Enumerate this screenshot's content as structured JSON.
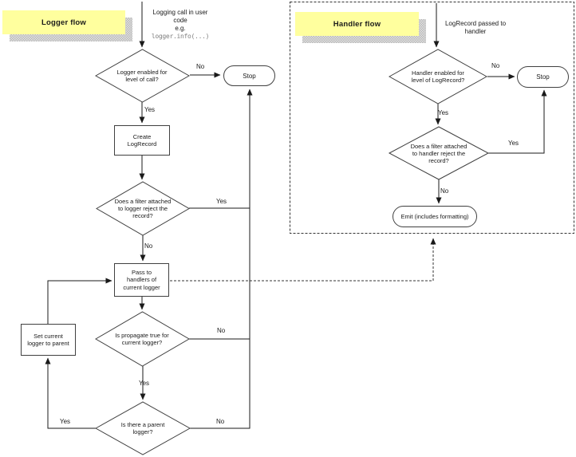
{
  "colors": {
    "title_bg": "#ffff9e",
    "title_shadow": "#c9c9c9",
    "line": "#1a1a1a",
    "code_text": "#7f7f7f",
    "shape_fill": "#ffffff",
    "shape_border": "#404040"
  },
  "logger_flow": {
    "title": "Logger flow",
    "note": [
      "Logging call in user",
      "code",
      "e.g."
    ],
    "note_code": "logger.info(...)",
    "decision_enabled": [
      "Logger enabled for",
      "level of call?"
    ],
    "process_create": [
      "Create",
      "LogRecord"
    ],
    "decision_filter": [
      "Does a filter attached",
      "to logger reject the",
      "record?"
    ],
    "process_pass": [
      "Pass to",
      "handlers of",
      "current logger"
    ],
    "decision_propagate": [
      "Is propagate true for",
      "current logger?"
    ],
    "decision_parent": [
      "Is there a parent",
      "logger?"
    ],
    "process_set_parent": [
      "Set current",
      "logger to parent"
    ],
    "stop": "Stop",
    "labels": {
      "enabled_no": "No",
      "enabled_yes": "Yes",
      "filter_yes": "Yes",
      "filter_no": "No",
      "propagate_no": "No",
      "propagate_yes": "Yes",
      "parent_yes": "Yes",
      "parent_no": "No"
    }
  },
  "handler_flow": {
    "title": "Handler flow",
    "note": [
      "LogRecord passed to",
      "handler"
    ],
    "decision_enabled": [
      "Handler enabled for",
      "level of LogRecord?"
    ],
    "decision_filter": [
      "Does a filter attached",
      "to handler reject the",
      "record?"
    ],
    "emit": "Emit (includes formatting)",
    "stop": "Stop",
    "labels": {
      "enabled_no": "No",
      "enabled_yes": "Yes",
      "filter_yes": "Yes",
      "filter_no": "No"
    }
  }
}
